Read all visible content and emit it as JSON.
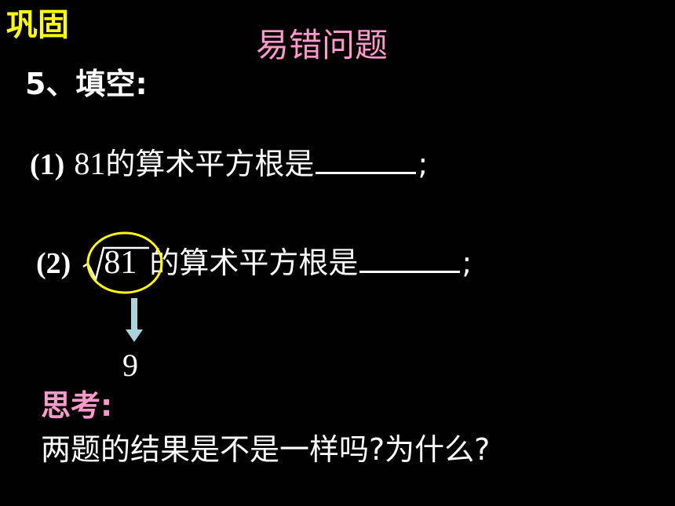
{
  "slide": {
    "tag": "巩固",
    "title": "易错问题",
    "heading": "5、填空:",
    "item1": {
      "index": "(1)",
      "value": "81",
      "text": "的算术平方根是",
      "end": ";"
    },
    "item2": {
      "index": "(2)",
      "radicand": "81",
      "text": "的算术平方根是",
      "end": ";"
    },
    "answer": "9",
    "think_label": "思考:",
    "question": "两题的结果是不是一样吗?为什么?"
  },
  "colors": {
    "background": "#000000",
    "tag": "#ffff00",
    "title": "#ff99cc",
    "circle": "#ffff00",
    "arrow": "#aad4dd",
    "text": "#ffffff"
  }
}
